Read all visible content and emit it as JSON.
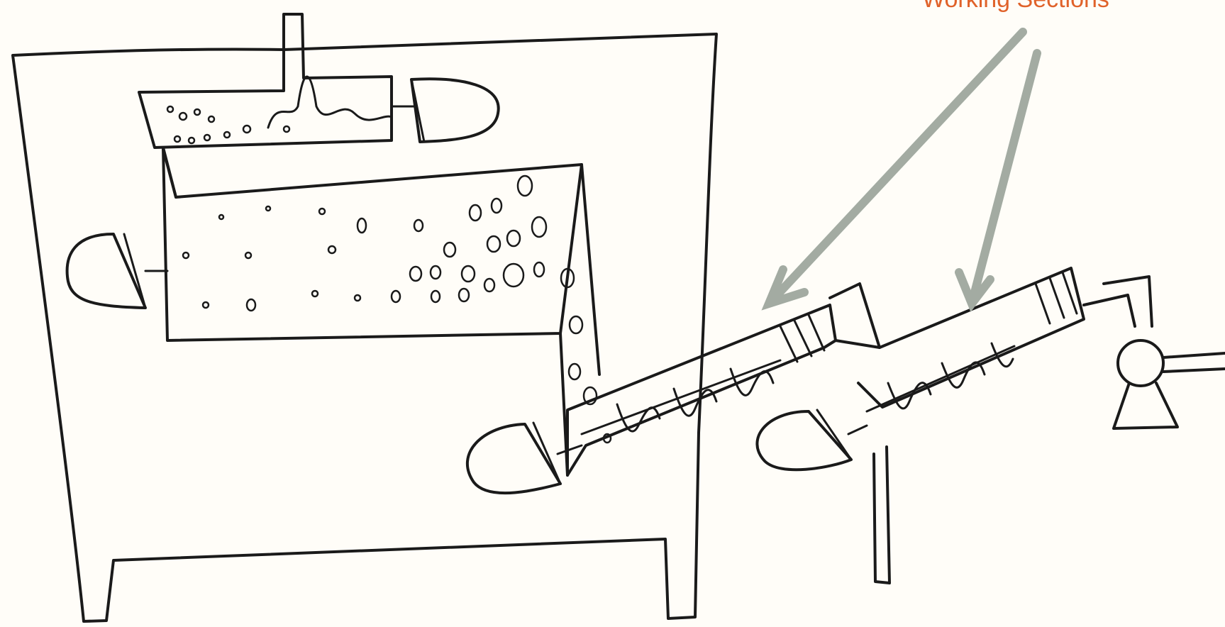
{
  "callout": {
    "label": "Working Sections",
    "text_color": "#e0622a",
    "arrow_color": "#a3aba2",
    "arrow_icon": "arrow-icon"
  },
  "diagram": {
    "subject": "extruder-machine-illustration",
    "parts": [
      "machine-housing",
      "upper-chamber",
      "middle-chamber",
      "feed-chute",
      "first-screw-barrel",
      "second-screw-barrel",
      "motor-left",
      "motor-upper",
      "motor-screw-1",
      "motor-screw-2",
      "outlet-pump",
      "machine-legs"
    ]
  }
}
